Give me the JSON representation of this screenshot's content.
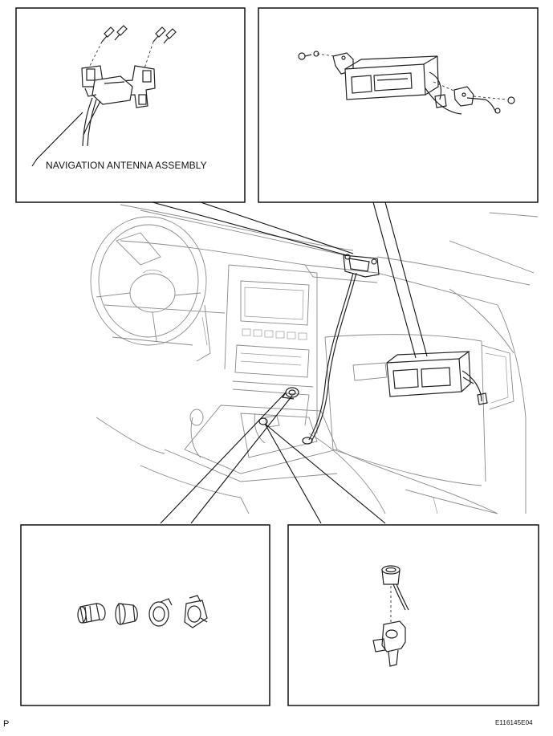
{
  "labels": {
    "antenna_callout": "NAVIGATION ANTENNA ASSEMBLY",
    "page_marker": "P",
    "figure_code": "E116145E04"
  }
}
